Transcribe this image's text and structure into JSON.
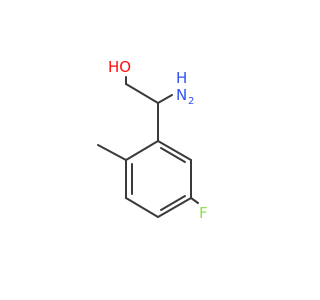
{
  "molecule": {
    "atoms": {
      "oh": {
        "label": "HO",
        "color": "#ff0d0d"
      },
      "nh2": {
        "label_h": "H",
        "label_n": "N",
        "subscript": "2",
        "color": "#3050f8"
      },
      "f": {
        "label": "F",
        "color": "#90e050"
      }
    },
    "bond_color": "#3a3a3a"
  }
}
